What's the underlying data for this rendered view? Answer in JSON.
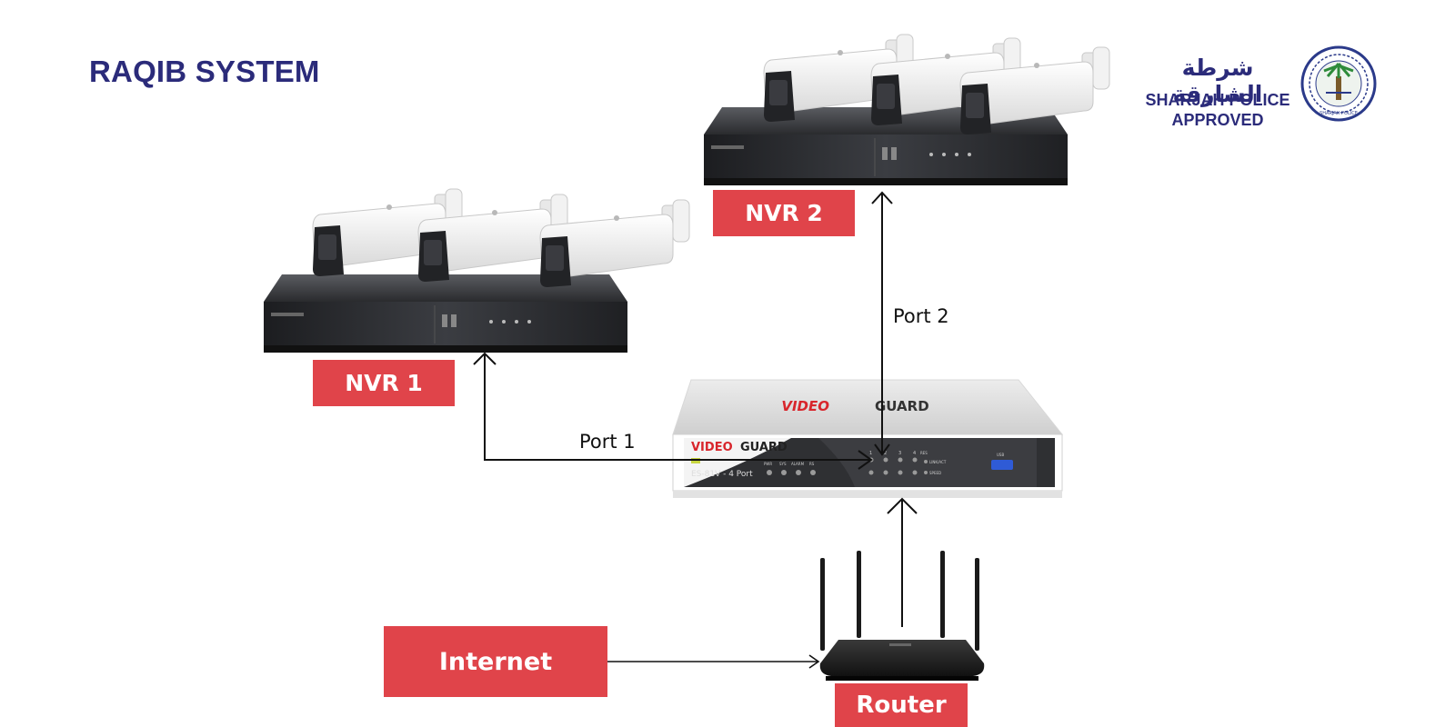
{
  "title": "RAQIB SYSTEM",
  "badge": {
    "arabic": "شرطة الشارقة",
    "line1": "SHARJAH POLICE",
    "line2": "APPROVED",
    "emblem_text": "SHARJAH POLICE"
  },
  "nodes": {
    "nvr1": "NVR 1",
    "nvr2": "NVR 2",
    "internet": "Internet",
    "router": "Router"
  },
  "ports": {
    "port1": "Port 1",
    "port2": "Port 2"
  },
  "switch": {
    "brand_red": "VIDEO",
    "brand_dark": "GUARD",
    "model": "ES-81V - 4 Port",
    "indicator_labels": [
      "PWR",
      "SYS",
      "ALARM",
      "RS"
    ],
    "port_numbers": [
      "1",
      "2",
      "3",
      "4"
    ],
    "port_group_label": "RES",
    "link_label": "LINK/ACT",
    "speed_label": "SPEED",
    "usb_label": "USB"
  },
  "colors": {
    "label_red": "#e0444a",
    "title_navy": "#2b2b7a",
    "arrow": "#111111"
  },
  "icons": [
    "bullet-camera-icon",
    "nvr-recorder-icon",
    "network-switch-icon",
    "wifi-router-icon",
    "police-emblem-icon"
  ]
}
